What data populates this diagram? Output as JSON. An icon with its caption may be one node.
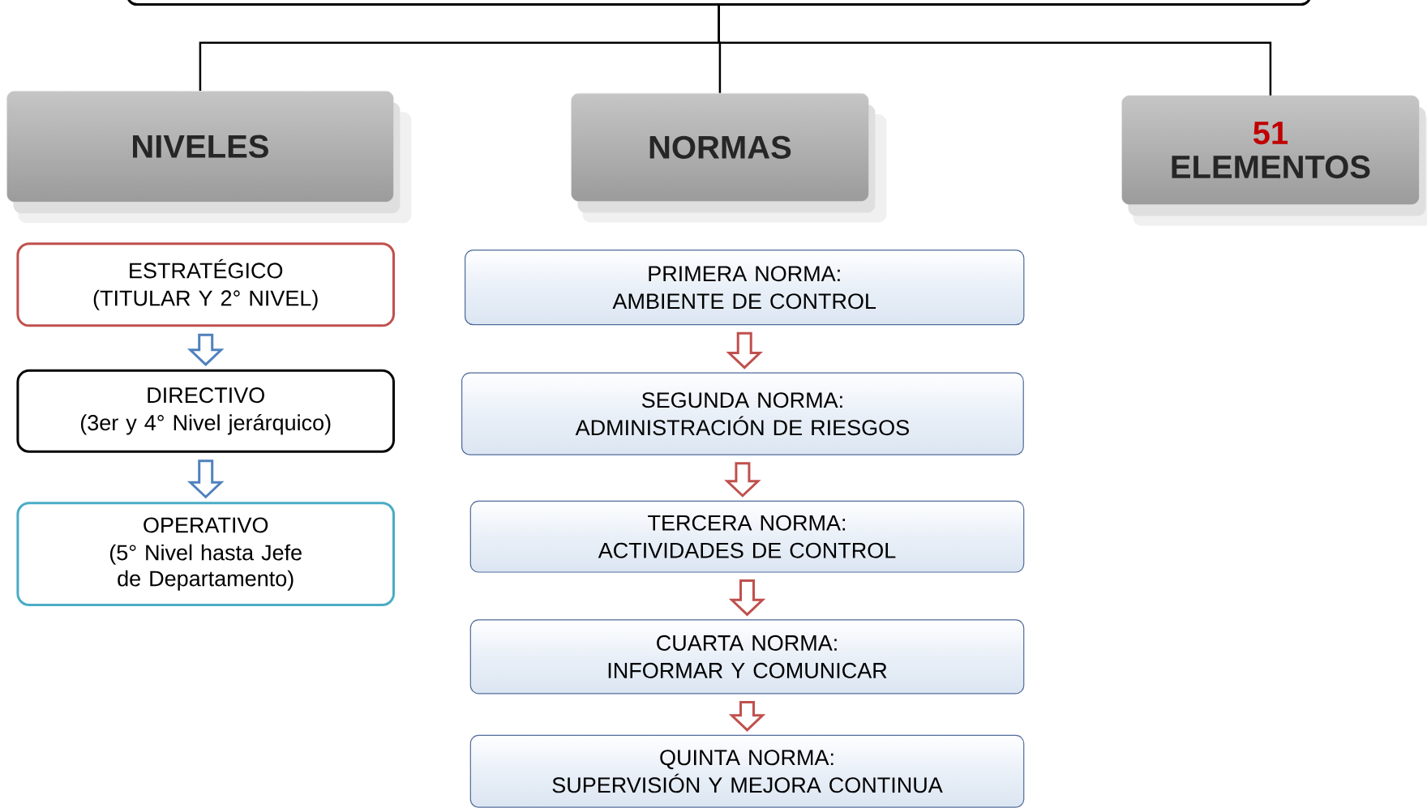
{
  "diagram": {
    "nodes": [
      {
        "text": [],
        "shape": "box"
      },
      {
        "text": [
          "NIVELES"
        ]
      },
      {
        "text": [
          "NORMAS"
        ]
      },
      {
        "text": [
          "51",
          "ELEMENTOS"
        ]
      },
      {
        "text": [
          "ESTRATÉGICO",
          "(TITULAR Y 2° NIVEL)"
        ]
      },
      {
        "text": [
          "DIRECTIVO",
          "(3er y 4° Nivel jerárquico)"
        ]
      },
      {
        "text": [
          "OPERATIVO",
          "(5° Nivel hasta Jefe de Departamento)"
        ]
      },
      {
        "text": [
          "PRIMERA NORMA:",
          "AMBIENTE DE CONTROL"
        ]
      },
      {
        "text": [
          "SEGUNDA NORMA:",
          "ADMINISTRACIÓN DE RIESGOS"
        ]
      },
      {
        "text": [
          "TERCERA NORMA:",
          "ACTIVIDADES DE CONTROL"
        ]
      },
      {
        "text": [
          "CUARTA NORMA:",
          "INFORMAR Y COMUNICAR"
        ]
      },
      {
        "text": [
          "QUINTA NORMA:",
          "SUPERVISIÓN Y MEJORA CONTINUA"
        ]
      }
    ],
    "edges": [
      {
        "from": 0,
        "to": 1,
        "arrow": "none"
      },
      {
        "from": 0,
        "to": 2,
        "arrow": "none"
      },
      {
        "from": 0,
        "to": 3,
        "arrow": "none"
      },
      {
        "from": 4,
        "to": 5,
        "arrow": "to",
        "color": "#4f81bd"
      },
      {
        "from": 5,
        "to": 6,
        "arrow": "to",
        "color": "#4f81bd"
      },
      {
        "from": 7,
        "to": 8,
        "arrow": "to",
        "color": "#c0504d"
      },
      {
        "from": 8,
        "to": 9,
        "arrow": "to",
        "color": "#c0504d"
      },
      {
        "from": 9,
        "to": 10,
        "arrow": "to",
        "color": "#c0504d"
      },
      {
        "from": 10,
        "to": 11,
        "arrow": "to",
        "color": "#c0504d"
      }
    ]
  }
}
